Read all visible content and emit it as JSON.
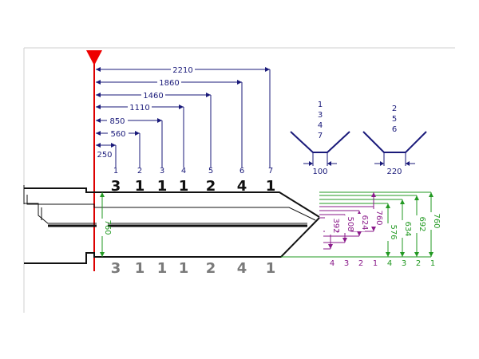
{
  "dimensions": {
    "horizontal": [
      "2210",
      "1860",
      "1460",
      "1110",
      "850",
      "560",
      "250"
    ],
    "stations": [
      "1",
      "2",
      "3",
      "4",
      "5",
      "6",
      "7"
    ]
  },
  "top_counts": [
    "3",
    "1",
    "1",
    "1",
    "2",
    "4",
    "1"
  ],
  "bottom_counts": [
    "3",
    "1",
    "1",
    "1",
    "2",
    "4",
    "1"
  ],
  "center_dim": "760",
  "profiles": {
    "left": {
      "ids": [
        "1",
        "3",
        "4",
        "7"
      ],
      "width": "100"
    },
    "right": {
      "ids": [
        "2",
        "5",
        "6"
      ],
      "width": "220"
    }
  },
  "right_dims": {
    "purple": [
      "392",
      "508",
      "624",
      "760"
    ],
    "green": [
      "576",
      "634",
      "692",
      "760"
    ],
    "bottom_labels": [
      "4",
      "3",
      "2",
      "1",
      "4",
      "3",
      "2",
      "1"
    ]
  },
  "colors": {
    "navy": "#1a1a7a",
    "red": "#dd0000",
    "green": "#229922",
    "purple": "#8a1a8a",
    "gray": "#7a7a7a",
    "frame": "#cccccc"
  }
}
